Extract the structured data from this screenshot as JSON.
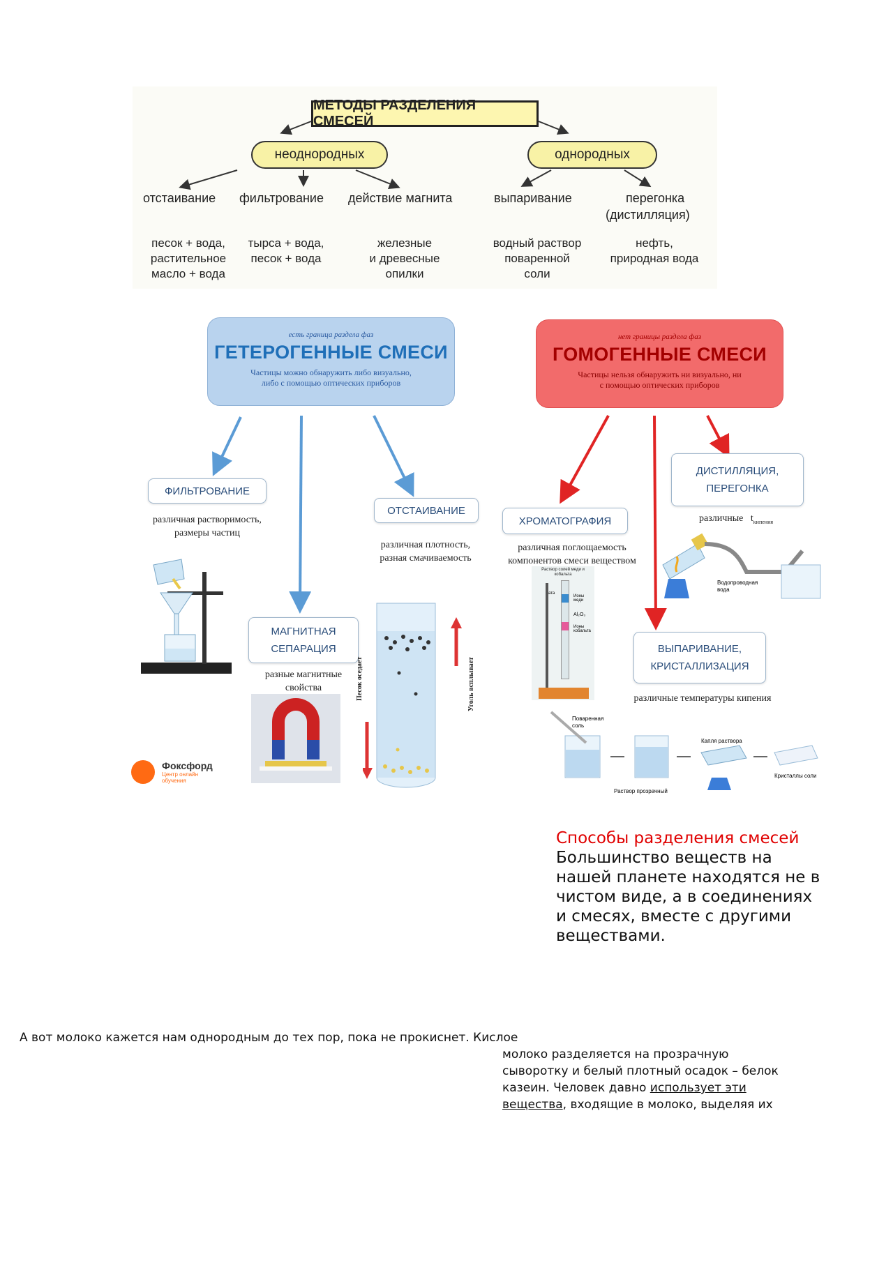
{
  "scheme1": {
    "title": "МЕТОДЫ РАЗДЕЛЕНИЯ СМЕСЕЙ",
    "hetero_label": "неоднородных",
    "homo_label": "однородных",
    "methods": [
      "отстаивание",
      "фильтрование",
      "действие магнита",
      "выпаривание",
      "перегонка",
      "(дистилляция)"
    ],
    "examples": [
      "песок + вода,\nрастительное\nмасло + вода",
      "тырса + вода,\nпесок + вода",
      "железные\nи древесные\nопилки",
      "водный раствор\nповаренной\nсоли",
      "нефть,\nприродная вода"
    ]
  },
  "scheme2": {
    "hetero": {
      "subtitle": "есть граница раздела фаз",
      "title": "ГЕТЕРОГЕННЫЕ СМЕСИ",
      "desc": "Частицы можно обнаружить либо визуально,\nлибо с помощью оптических приборов"
    },
    "homo": {
      "subtitle": "нет границы раздела фаз",
      "title": "ГОМОГЕННЫЕ СМЕСИ",
      "desc": "Частицы нельзя обнаружить ни визуально, ни\nс помощью оптических приборов"
    },
    "methods": {
      "filtration": "ФИЛЬТРОВАНИЕ",
      "filtration_desc": "различная растворимость,\nразмеры частиц",
      "settling": "ОТСТАИВАНИЕ",
      "settling_desc": "различная плотность,\nразная смачиваемость",
      "magnetic_1": "МАГНИТНАЯ",
      "magnetic_2": "СЕПАРАЦИЯ",
      "magnetic_desc": "разные магнитные\nсвойства",
      "chromatography": "ХРОМАТОГРАФИЯ",
      "chromatography_desc": "различная поглощаемость\nкомпонентов смеси веществом",
      "distillation_1": "ДИСТИЛЛЯЦИЯ,",
      "distillation_2": "ПЕРЕГОНКА",
      "distillation_desc": "различные",
      "distillation_t": "t",
      "distillation_sub": "кипения",
      "evaporation_1": "ВЫПАРИВАНИЕ,",
      "evaporation_2": "КРИСТАЛЛИЗАЦИЯ",
      "evaporation_desc": "различные температуры кипения"
    },
    "illustration_labels": {
      "sand": "Песок оседает",
      "coal": "Уголь всплывает",
      "chrom_top": "Раствор солей меди и кобальта",
      "chrom_vata": "Вата",
      "chrom_cu": "Ионы меди",
      "chrom_al": "Al₂O₃",
      "chrom_co": "Ионы кобальта",
      "water_pipe": "Водопроводная вода",
      "salt": "Поваренная соль",
      "drop": "Капля раствора",
      "solution": "Раствор прозрачный",
      "crystals": "Кристаллы соли"
    },
    "logo_name": "Фоксфорд",
    "logo_sub": "Центр онлайн обучения"
  },
  "text": {
    "heading": "Способы разделения смесей",
    "intro": "Большинство веществ на нашей планете находятся не в чистом виде, а в соединениях и смесях, вместе с другими веществами.",
    "milk_line1": "А вот молоко кажется нам однородным до тех пор, пока не прокиснет. Кислое",
    "milk_line2": "молоко разделяется на прозрачную",
    "milk_line3": "сыворотку и белый плотный осадок – белок",
    "milk_line4": "казеин. Человек давно ",
    "milk_line4_link": "использует эти ",
    "milk_line5_link": "вещества",
    "milk_line5_rest": ", входящие в молоко, выделяя их"
  },
  "colors": {
    "blue_arrow": "#5b9bd5",
    "red_arrow": "#e02424",
    "hetero_box": "#b9d3ee",
    "homo_box": "#f26b6b",
    "heading_red": "#e00000"
  }
}
